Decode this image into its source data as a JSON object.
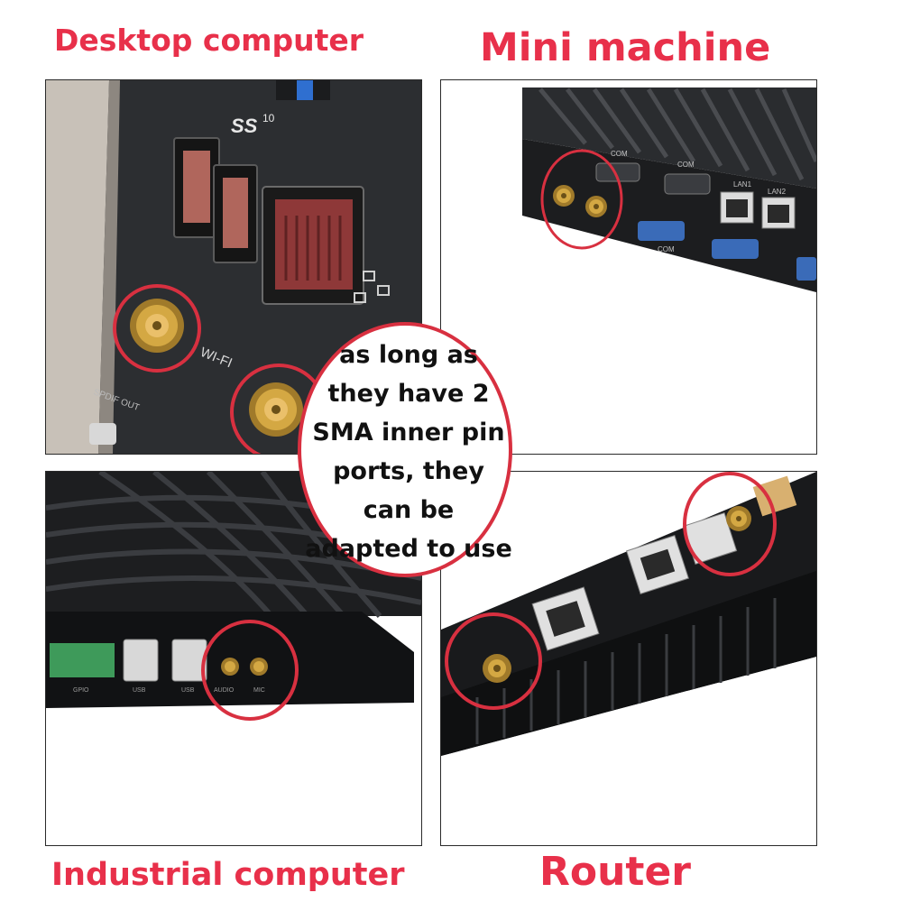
{
  "labels": {
    "desktop": "Desktop computer",
    "mini": "Mini machine",
    "industrial": "Industrial computer",
    "router": "Router"
  },
  "callout": {
    "text": "as long as they have 2 SMA inner pin ports, they can be adapted to use"
  },
  "desktop_photo": {
    "logo": "SS",
    "logo_sup": "10",
    "wifi_label": "WI-FI",
    "spdif_label": "SPDIF OUT"
  },
  "mini_photo": {
    "com_labels": [
      "COM",
      "COM",
      "COM"
    ],
    "lan_labels": [
      "LAN1",
      "LAN2"
    ]
  },
  "industrial_photo": {
    "port_labels": [
      "GPIO",
      "USB",
      "USB",
      "AUDIO",
      "MIC"
    ]
  },
  "colors": {
    "label": "#e8304a",
    "highlight_ring": "#d83040",
    "connector_gold": "#d4a843"
  }
}
